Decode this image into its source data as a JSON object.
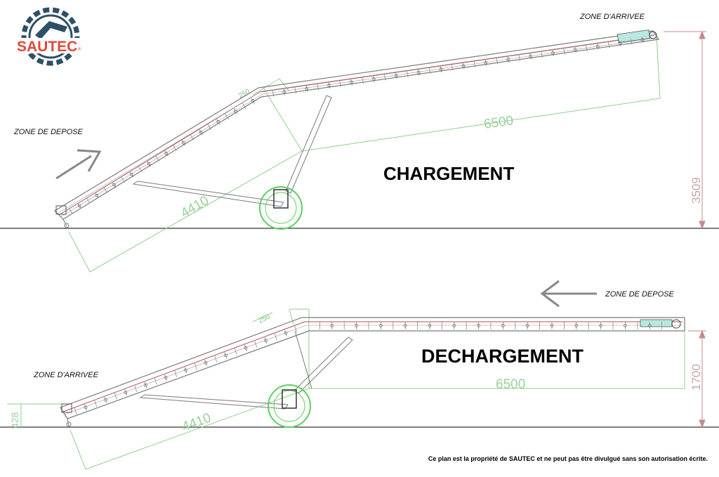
{
  "brand": {
    "name": "SAUTEC",
    "trademark": "®"
  },
  "colors": {
    "frame": "#7a7a7a",
    "belt": "#b05050",
    "dimension": "#8fd08f",
    "wheel": "#5cd05c",
    "brand_red": "#e0483a",
    "brand_blue": "#2e4f66"
  },
  "top": {
    "title": "CHARGEMENT",
    "zone_left": "ZONE DE DEPOSE",
    "zone_right": "ZONE D'ARRIVEE",
    "dim_length": "6500",
    "dim_lower": "4410",
    "dim_height": "3509",
    "dim_small": "250"
  },
  "bottom": {
    "title": "DECHARGEMENT",
    "zone_left": "ZONE D'ARRIVEE",
    "zone_right": "ZONE DE DEPOSE",
    "dim_length": "6500",
    "dim_lower": "4410",
    "dim_height": "1700",
    "dim_left_height": "428",
    "dim_small": "250"
  },
  "footer": "Ce plan est la propriété de SAUTEC et ne peut pas être divulgué sans son autorisation écrite."
}
